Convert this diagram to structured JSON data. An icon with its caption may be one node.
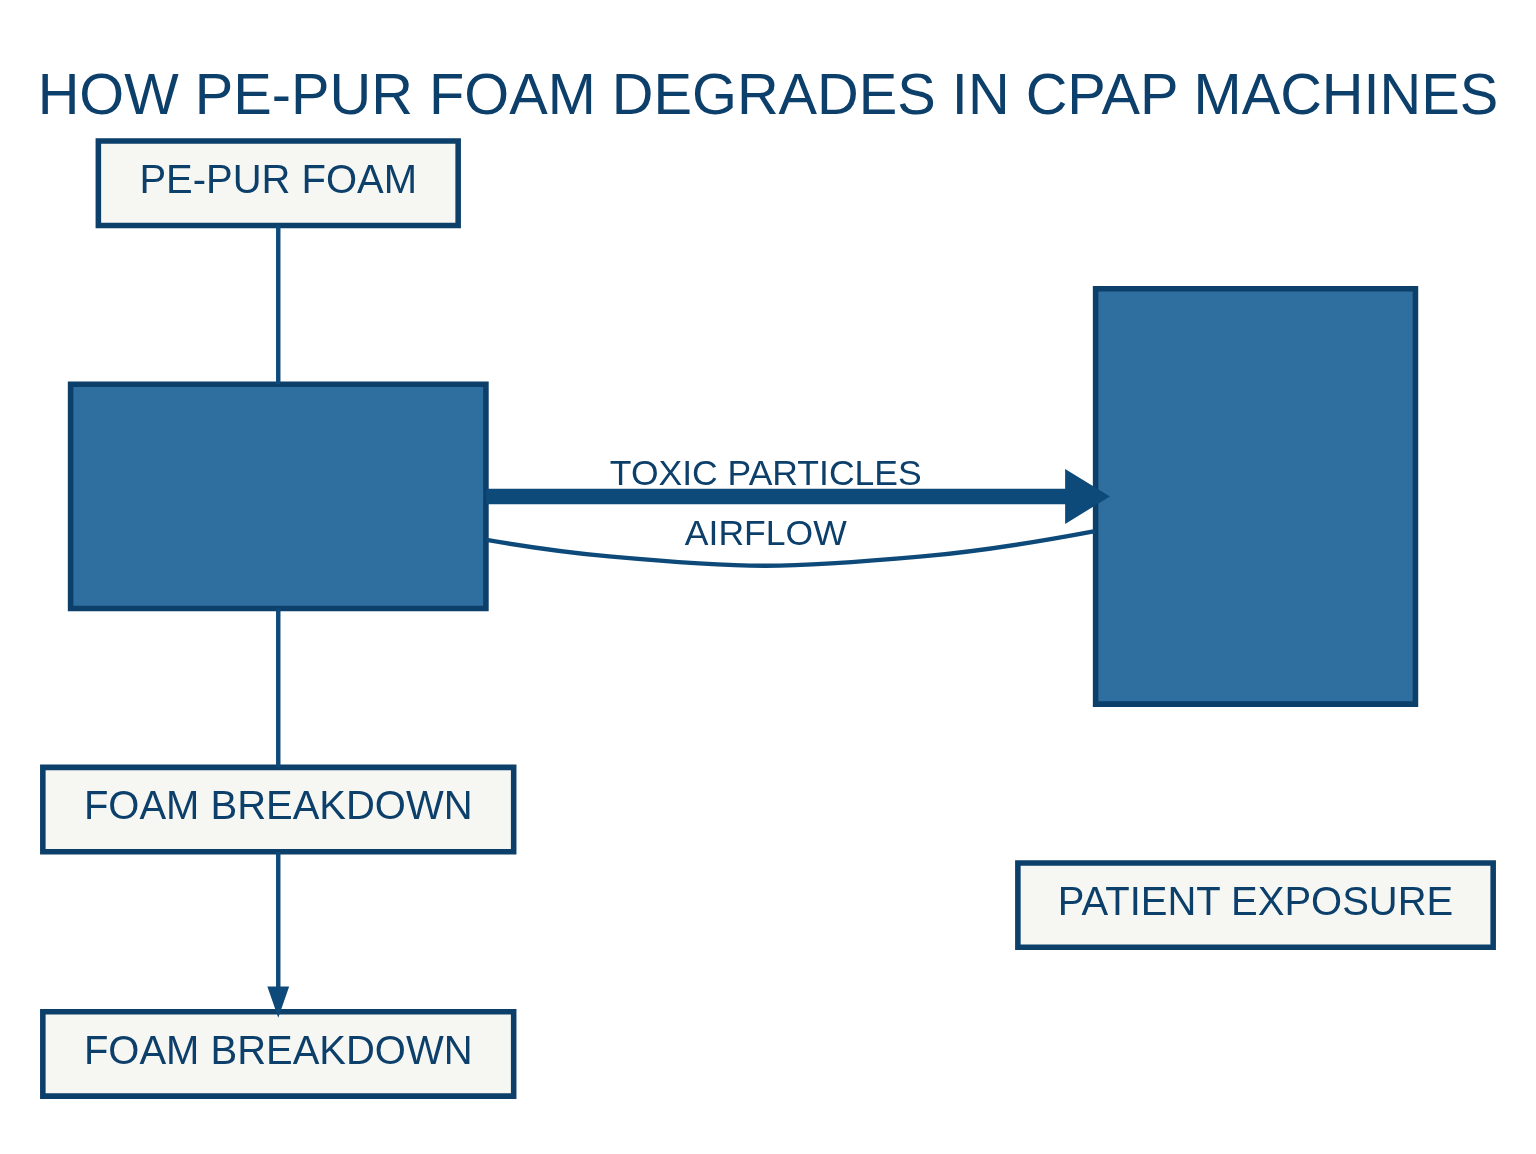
{
  "diagram": {
    "title": "HOW PE-PUR FOAM DEGRADES IN CPAP MACHINES",
    "nodes": [
      {
        "text": [
          "PE-PUR FOAM"
        ]
      },
      {
        "text": [],
        "shape": "box"
      },
      {
        "text": [
          "FOAM BREAKDOWN"
        ]
      },
      {
        "text": [
          "FOAM BREAKDOWN"
        ]
      },
      {
        "text": [],
        "shape": "box"
      },
      {
        "text": [
          "PATIENT EXPOSURE"
        ]
      }
    ],
    "edges": [
      {
        "from": 0,
        "to": 1,
        "arrow": "none"
      },
      {
        "from": 1,
        "to": 2,
        "arrow": "none"
      },
      {
        "from": 2,
        "to": 3,
        "arrow": "to"
      },
      {
        "from": 1,
        "to": 4,
        "arrow": "to",
        "label": "TOXIC PARTICLES",
        "style": "thick"
      },
      {
        "from": 1,
        "to": 4,
        "arrow": "none",
        "label": "AIRFLOW"
      }
    ]
  }
}
